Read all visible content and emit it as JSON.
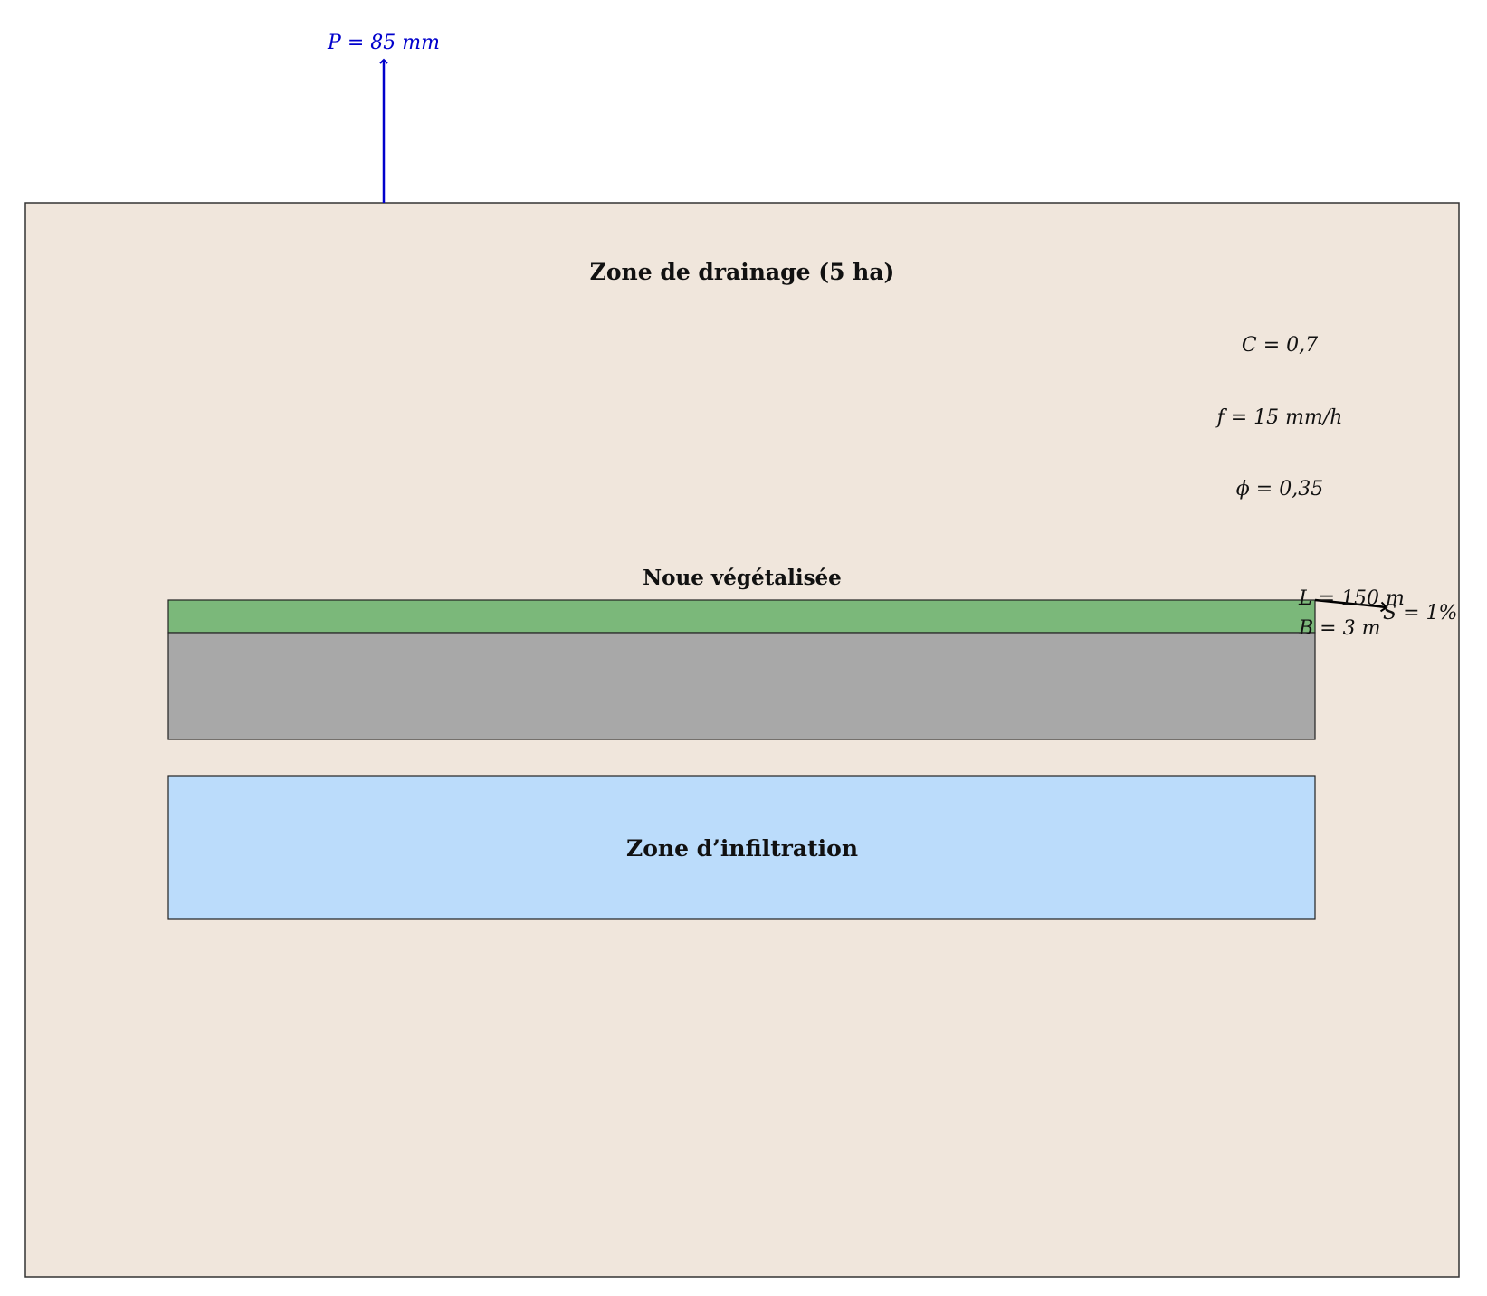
{
  "precipitation": {
    "label": "P = 85 mm",
    "color": "#0000cc"
  },
  "drainage_zone": {
    "title": "Zone de drainage (5 ha)",
    "fill": "#f0e6dc"
  },
  "parameters": {
    "runoff_coefficient": "C = 0,7",
    "infiltration_rate": "f = 15 mm/h",
    "porosity": "ϕ = 0,35"
  },
  "swale": {
    "title": "Noue végétalisée",
    "vegetation_fill": "#7bb87a",
    "substrate_fill": "#a8a8a8",
    "length_label": "L = 150 m",
    "width_label": "B = 3 m",
    "slope_label": "S = 1%"
  },
  "infiltration_zone": {
    "title": "Zone d’infiltration",
    "fill": "#bbdcfb"
  }
}
